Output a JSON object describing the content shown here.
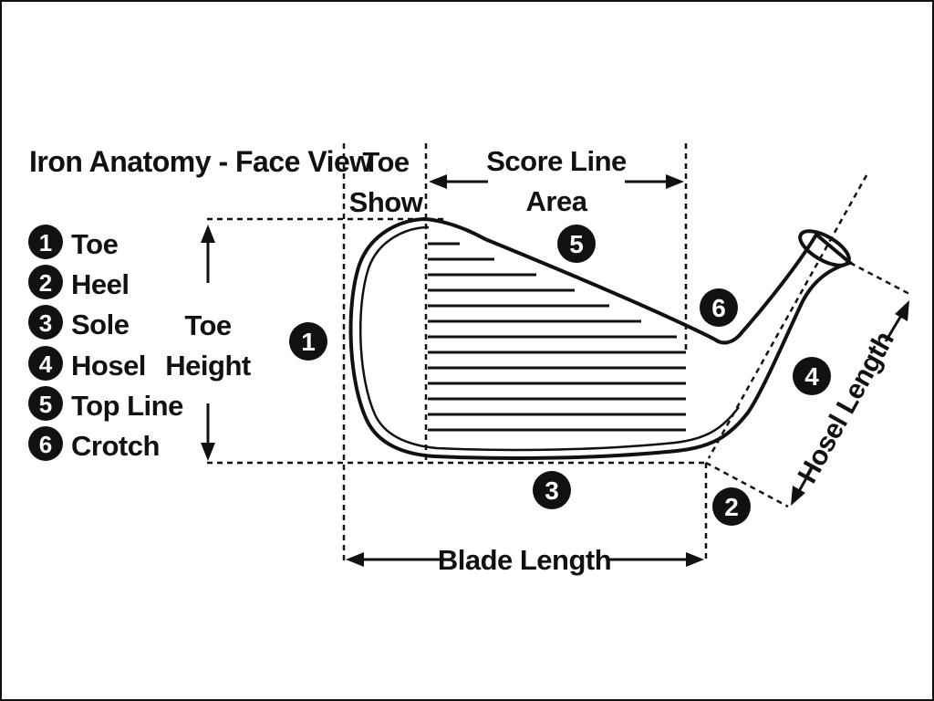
{
  "title": "Iron Anatomy - Face View",
  "legend": [
    {
      "number": "1",
      "label": "Toe"
    },
    {
      "number": "2",
      "label": "Heel"
    },
    {
      "number": "3",
      "label": "Sole"
    },
    {
      "number": "4",
      "label": "Hosel"
    },
    {
      "number": "5",
      "label": "Top Line"
    },
    {
      "number": "6",
      "label": "Crotch"
    }
  ],
  "dimensions": {
    "toe_height": [
      "Toe",
      "Height"
    ],
    "toe_show": [
      "Toe",
      "Show"
    ],
    "score_line_area": [
      "Score Line",
      "Area"
    ],
    "blade_length": "Blade Length",
    "hosel_length": "Hosel Length"
  },
  "callouts": {
    "toe": "1",
    "heel": "2",
    "sole": "3",
    "hosel": "4",
    "top_line": "5",
    "crotch": "6"
  }
}
